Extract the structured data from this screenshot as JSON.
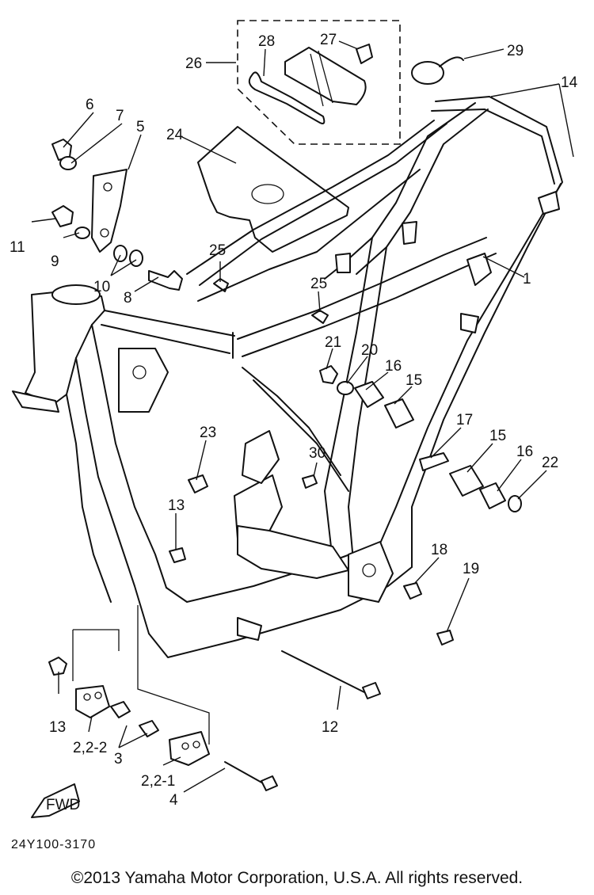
{
  "callouts": {
    "c1": "1",
    "c2_2_2": "2,2-2",
    "c2_2_1": "2,2-1",
    "c3": "3",
    "c4": "4",
    "c5": "5",
    "c6": "6",
    "c7": "7",
    "c8": "8",
    "c9": "9",
    "c10": "10",
    "c11": "11",
    "c12": "12",
    "c13a": "13",
    "c13b": "13",
    "c14": "14",
    "c15a": "15",
    "c15b": "15",
    "c16a": "16",
    "c16b": "16",
    "c17": "17",
    "c18": "18",
    "c19": "19",
    "c20": "20",
    "c21": "21",
    "c22": "22",
    "c23": "23",
    "c24": "24",
    "c25a": "25",
    "c25b": "25",
    "c26": "26",
    "c27": "27",
    "c28": "28",
    "c29": "29",
    "c30": "30"
  },
  "fwd_label": "FWD",
  "diagram_code": "24Y100-3170",
  "copyright": "©2013 Yamaha Motor Corporation, U.S.A. All rights reserved."
}
